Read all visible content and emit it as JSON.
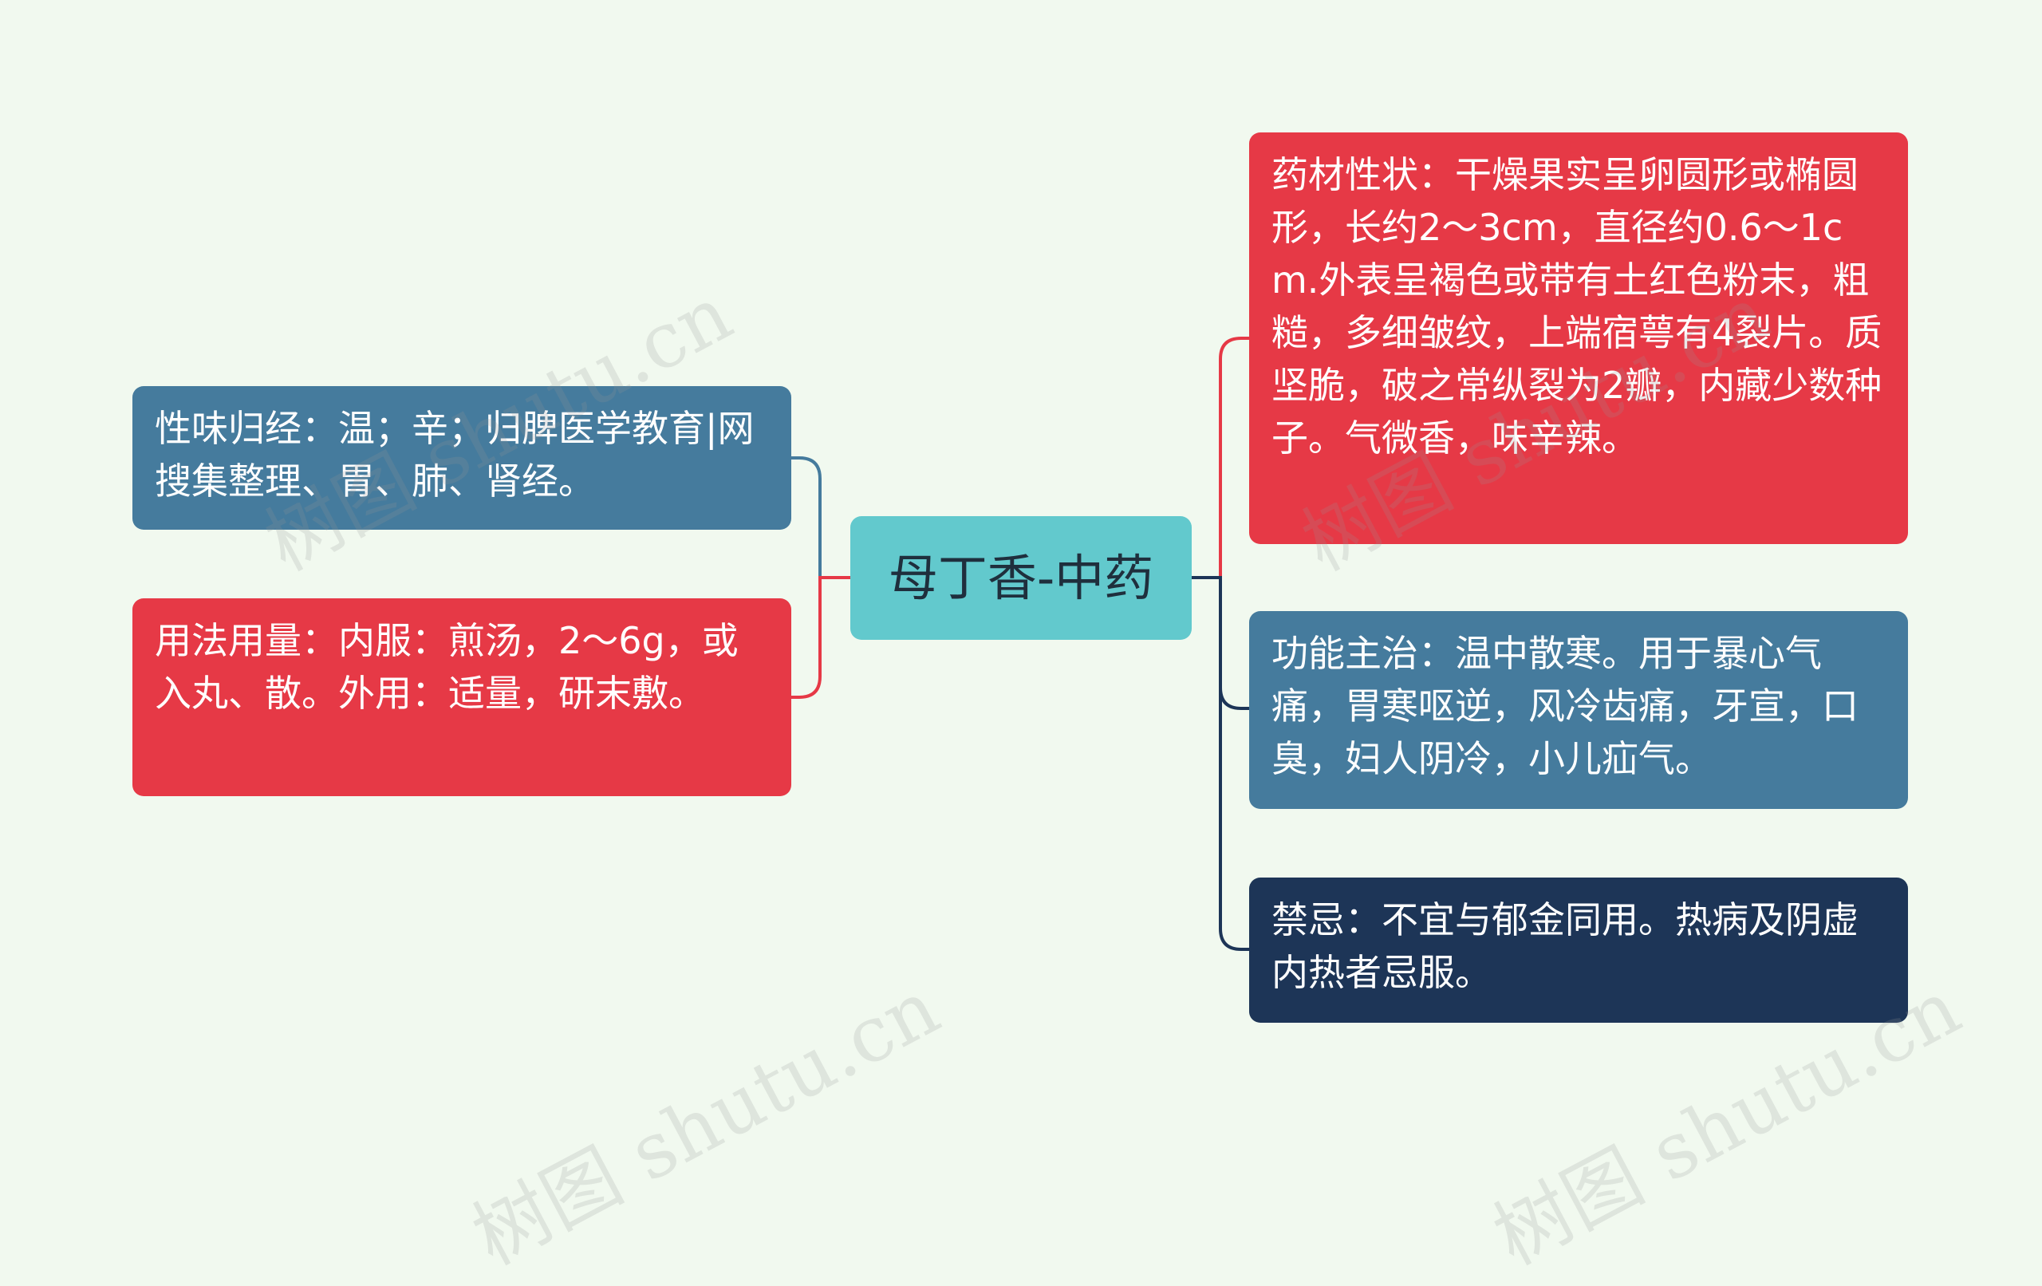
{
  "center": {
    "label": "母丁香-中药"
  },
  "nodes": {
    "properties": {
      "text": "药材性状：干燥果实呈卵圆形或椭圆形，长约2～3cm，直径约0.6～1cm.外表呈褐色或带有土红色粉末，粗糙，多细皱纹，上端宿萼有4裂片。质坚脆，破之常纵裂为2瓣，内藏少数种子。气微香，味辛辣。",
      "color": "#e63946"
    },
    "functions": {
      "text": "功能主治：温中散寒。用于暴心气痛，胃寒呕逆，风冷齿痛，牙宣，口臭，妇人阴冷，小儿疝气。",
      "color": "#457b9d"
    },
    "taboo": {
      "text": "禁忌：不宜与郁金同用。热病及阴虚内热者忌服。",
      "color": "#1d3557"
    },
    "nature": {
      "text": "性味归经：温；辛；归脾医学教育|网搜集整理、胃、肺、肾经。",
      "color": "#457b9d"
    },
    "usage": {
      "text": "用法用量：内服：煎汤，2～6g，或入丸、散。外用：适量，研末敷。",
      "color": "#e63946"
    }
  },
  "connector_colors": {
    "red": "#e63946",
    "blue": "#457b9d",
    "navy": "#1d3557"
  },
  "watermark": {
    "text": "树图 shutu.cn"
  }
}
